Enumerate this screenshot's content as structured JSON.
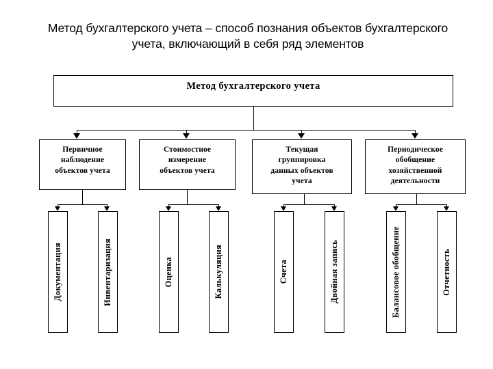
{
  "slide": {
    "title": "Метод бухгалтерского учета – способ познания объектов бухгалтерского учета, включающий в себя ряд элементов",
    "background_color": "#ffffff",
    "line_color": "#000000",
    "text_color": "#000000"
  },
  "diagram": {
    "type": "hierarchy",
    "root": {
      "label": "Метод бухгалтерского учета"
    },
    "branches": [
      {
        "label": "Первичное наблюдение объектов учета",
        "lines": [
          "Первичное",
          "наблюдение",
          "объектов учета"
        ],
        "children": [
          "Документация",
          "Инвентаризация"
        ]
      },
      {
        "label": "Стоимостное измерение объектов учета",
        "lines": [
          "Стоимостное",
          "измерение",
          "объектов учета"
        ],
        "children": [
          "Оценка",
          "Калькуляция"
        ]
      },
      {
        "label": "Текущая группировка данных объектов учета",
        "lines": [
          "Текущая",
          "группировка",
          "данных объектов",
          "учета"
        ],
        "children": [
          "Счета",
          "Двойная запись"
        ]
      },
      {
        "label": "Периодическое обобщение хозяйственной деятельности",
        "lines": [
          "Периодическое",
          "обобщение",
          "хозяйственной",
          "деятельности"
        ],
        "children": [
          "Балансовое обобщение",
          "Отчетность"
        ]
      }
    ]
  }
}
